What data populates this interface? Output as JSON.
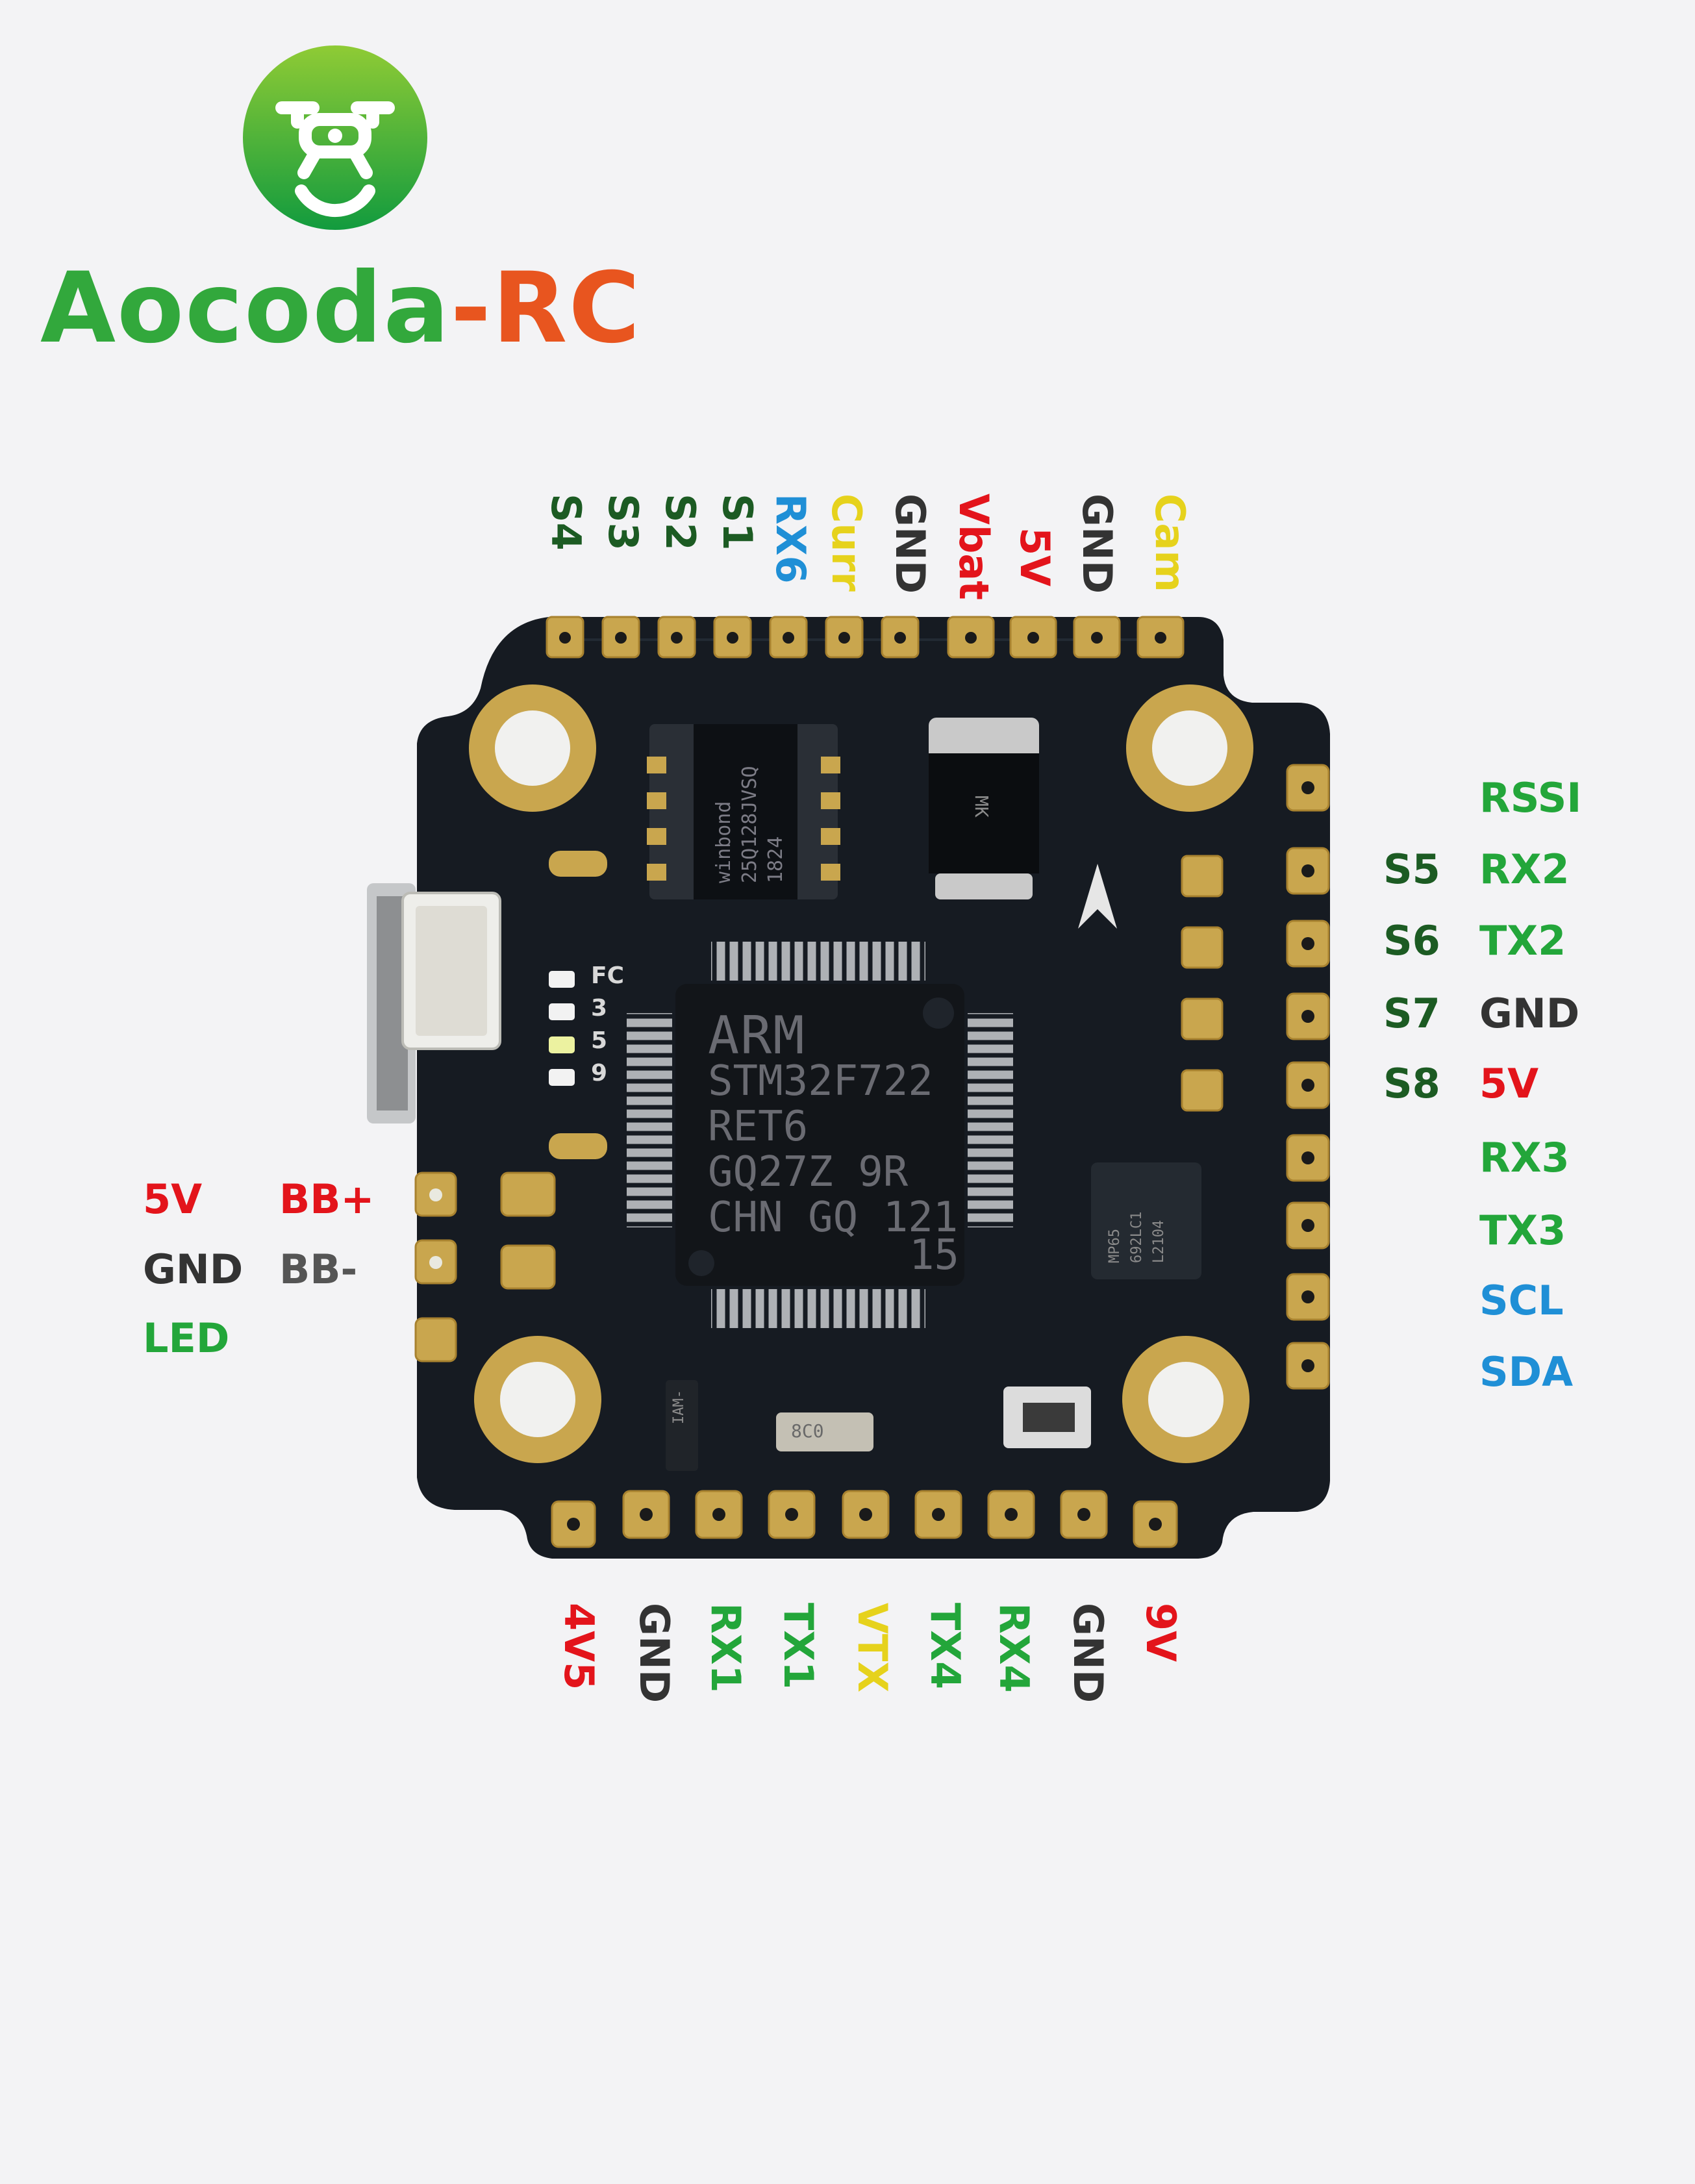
{
  "brand": {
    "name": "Aocoda-RC",
    "part1": "Aocoda",
    "part2": "-RC",
    "green": "#29a53a",
    "orange": "#e8551f"
  },
  "colors": {
    "dark_green": "#1c5b23",
    "green": "#23a63a",
    "black": "#333333",
    "red": "#e3141b",
    "yellow": "#e6d21c",
    "blue": "#1f8fd6",
    "gray": "#555555"
  },
  "pads": {
    "top": [
      "S4",
      "S3",
      "S2",
      "S1",
      "RX6",
      "Curr",
      "GND",
      "Vbat",
      "5V",
      "GND",
      "Cam"
    ],
    "right": [
      "RSSI",
      "RX2",
      "TX2",
      "GND",
      "5V",
      "RX3",
      "TX3",
      "SCL",
      "SDA"
    ],
    "right_inner": [
      "S5",
      "S6",
      "S7",
      "S8"
    ],
    "left": [
      "5V",
      "GND",
      "LED"
    ],
    "left_inner": [
      "BB+",
      "BB-"
    ],
    "bottom": [
      "4V5",
      "GND",
      "RX1",
      "TX1",
      "VTX",
      "TX4",
      "RX4",
      "GND",
      "9V"
    ]
  },
  "chips": {
    "mcu": [
      "ARM",
      "STM32F722",
      "RET6",
      "GQ27Z 9R",
      "CHN GQ 121"
    ],
    "mcu_code": "15",
    "flash": [
      "winbond",
      "25Q128JVSQ",
      "1824"
    ],
    "diode": "MK",
    "baro": [
      "MP65",
      "692LC1",
      "L2104"
    ],
    "fc_leds": [
      "FC",
      "3",
      "5",
      "9"
    ],
    "regulator": "IAM-",
    "crystal": "8C0"
  }
}
